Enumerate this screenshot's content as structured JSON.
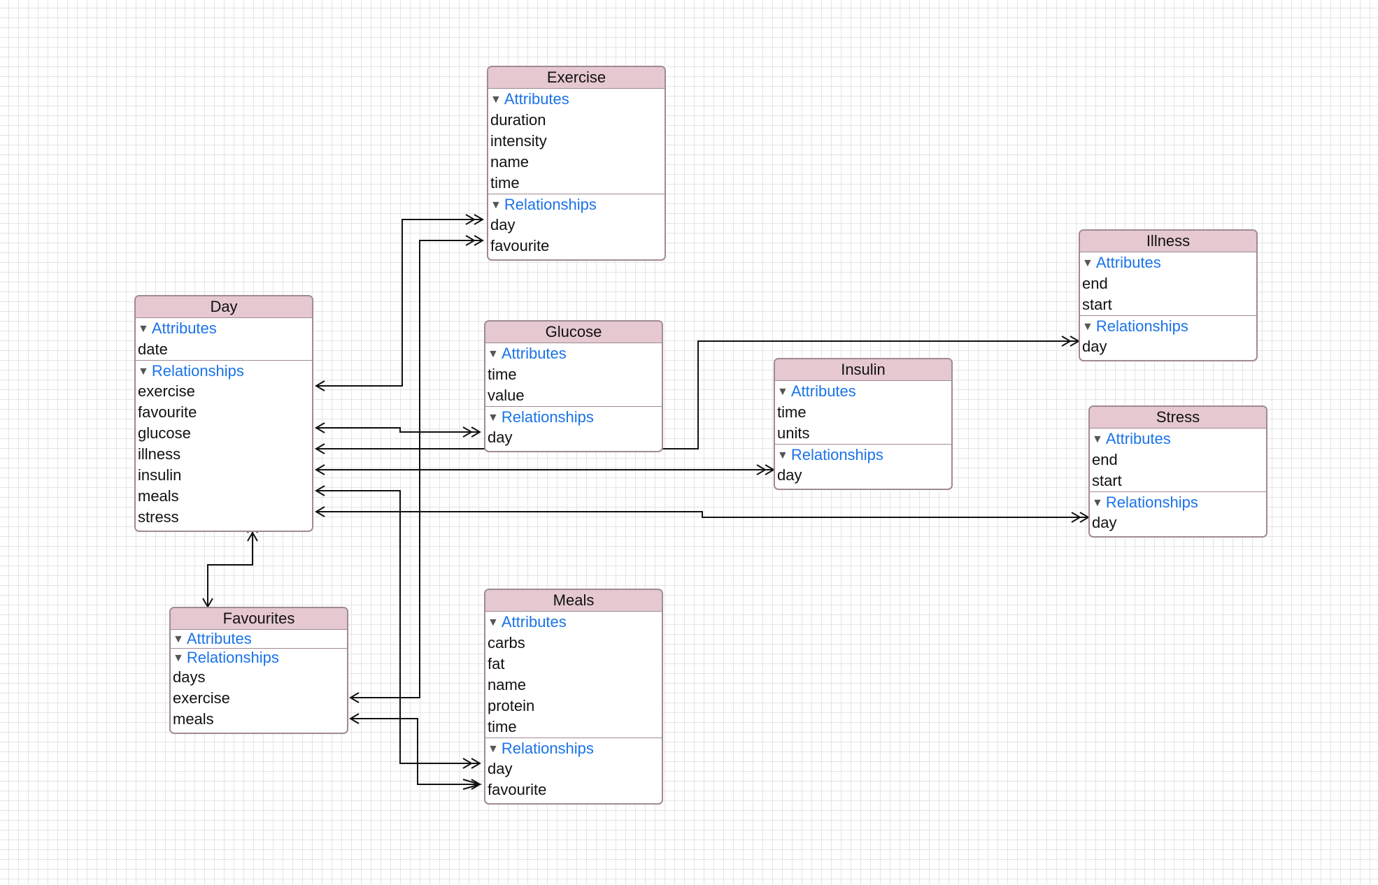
{
  "entities": {
    "exercise": {
      "name": "Exercise",
      "attributes_label": "Attributes",
      "attributes": [
        "duration",
        "intensity",
        "name",
        "time"
      ],
      "relationships_label": "Relationships",
      "relationships": [
        "day",
        "favourite"
      ]
    },
    "day": {
      "name": "Day",
      "attributes_label": "Attributes",
      "attributes": [
        "date"
      ],
      "relationships_label": "Relationships",
      "relationships": [
        "exercise",
        "favourite",
        "glucose",
        "illness",
        "insulin",
        "meals",
        "stress"
      ]
    },
    "glucose": {
      "name": "Glucose",
      "attributes_label": "Attributes",
      "attributes": [
        "time",
        "value"
      ],
      "relationships_label": "Relationships",
      "relationships": [
        "day"
      ]
    },
    "insulin": {
      "name": "Insulin",
      "attributes_label": "Attributes",
      "attributes": [
        "time",
        "units"
      ],
      "relationships_label": "Relationships",
      "relationships": [
        "day"
      ]
    },
    "illness": {
      "name": "Illness",
      "attributes_label": "Attributes",
      "attributes": [
        "end",
        "start"
      ],
      "relationships_label": "Relationships",
      "relationships": [
        "day"
      ]
    },
    "stress": {
      "name": "Stress",
      "attributes_label": "Attributes",
      "attributes": [
        "end",
        "start"
      ],
      "relationships_label": "Relationships",
      "relationships": [
        "day"
      ]
    },
    "favourites": {
      "name": "Favourites",
      "attributes_label": "Attributes",
      "attributes": [],
      "relationships_label": "Relationships",
      "relationships": [
        "days",
        "exercise",
        "meals"
      ]
    },
    "meals": {
      "name": "Meals",
      "attributes_label": "Attributes",
      "attributes": [
        "carbs",
        "fat",
        "name",
        "protein",
        "time"
      ],
      "relationships_label": "Relationships",
      "relationships": [
        "day",
        "favourite"
      ]
    }
  },
  "relationships_graph": [
    {
      "from": "Day.exercise",
      "to": "Exercise.day"
    },
    {
      "from": "Day.glucose",
      "to": "Glucose.day"
    },
    {
      "from": "Day.illness",
      "to": "Illness.day"
    },
    {
      "from": "Day.insulin",
      "to": "Insulin.day"
    },
    {
      "from": "Day.meals",
      "to": "Meals.day"
    },
    {
      "from": "Day.stress",
      "to": "Stress.day"
    },
    {
      "from": "Day.favourite",
      "to": "Favourites.days"
    },
    {
      "from": "Favourites.exercise",
      "to": "Exercise.favourite"
    },
    {
      "from": "Favourites.meals",
      "to": "Meals.favourite"
    }
  ],
  "colors": {
    "header_bg": "#e5c8d0",
    "border": "#a08a94",
    "section_title": "#1a73e8",
    "line": "#111111",
    "grid": "#e4e4e4"
  }
}
